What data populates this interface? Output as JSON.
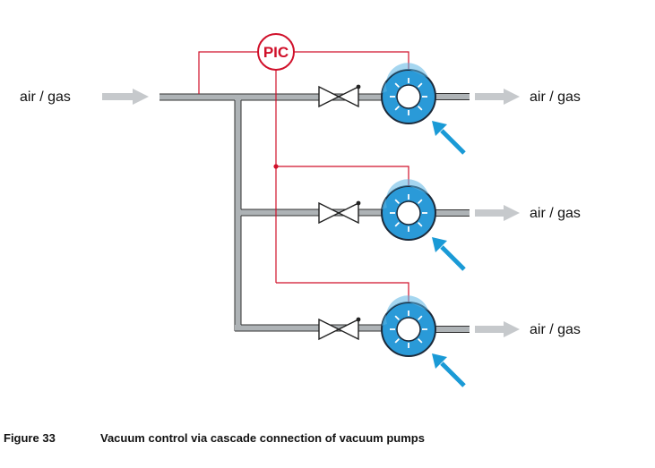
{
  "inlet_label": "air / gas",
  "outlet_labels": [
    "air / gas",
    "air / gas",
    "air / gas"
  ],
  "controller_label": "PIC",
  "caption": {
    "number": "Figure 33",
    "title": "Vacuum control via cascade connection of vacuum pumps"
  },
  "colors": {
    "control_line": "#d0102a",
    "pump_fill": "#2a9ad8",
    "pipe": "#aeb3b6",
    "flow_arrow": "#c6c9cc",
    "cooling_arrow": "#1a9ad6"
  },
  "icons": {
    "controller": "pressure-indicator-controller-icon",
    "valve": "valve-icon",
    "pump": "vacuum-pump-icon"
  }
}
